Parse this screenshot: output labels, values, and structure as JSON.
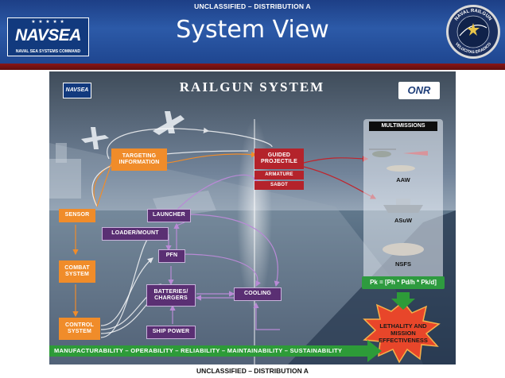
{
  "header": {
    "classification_top": "UNCLASSIFIED – DISTRIBUTION A",
    "title": "System View",
    "navsea_logo": {
      "word": "NAVSEA",
      "subtitle": "NAVAL SEA SYSTEMS COMMAND"
    },
    "seal": {
      "top_text": "NAVAL RAILGUN",
      "bottom_text": "VELOCITAS ERADICO"
    }
  },
  "diagram": {
    "title": "RAILGUN SYSTEM",
    "navsea_mini": "NAVSEA",
    "onr_logo": "ONR",
    "boxes": {
      "targeting": "TARGETING\nINFORMATION",
      "guided_projectile": "GUIDED\nPROJECTILE",
      "armature": "ARMATURE",
      "sabot": "SABOT",
      "sensor": "SENSOR",
      "launcher": "LAUNCHER",
      "loader_mount": "LOADER/MOUNT",
      "pfn": "PFN",
      "combat_system": "COMBAT\nSYSTEM",
      "batteries_chargers": "BATTERIES/\nCHARGERS",
      "cooling": "COOLING",
      "control_system": "CONTROL\nSYSTEM",
      "ship_power": "SHIP POWER"
    },
    "multimissions": {
      "title": "MULTIMISSIONS",
      "missions": [
        "AAW",
        "ASuW",
        "NSFS"
      ]
    },
    "formula": "Pk = [Ph * Pd/h * Pk/d]",
    "lethality": "LETHALITY AND\nMISSION\nEFFECTIVENESS",
    "green_bar": "MANUFACTURABILITY – OPERABILITY – RELIABILITY – MAINTAINABILITY – SUSTAINABILITY"
  },
  "footer": {
    "classification_bottom": "UNCLASSIFIED – DISTRIBUTION A"
  },
  "colors": {
    "header_blue": "#2c5aa8",
    "header_red": "#8a1616",
    "orange_box": "#f08c2a",
    "purple_box": "#5a2f73",
    "red_box": "#b4232b",
    "green_bar": "#2d9b38",
    "lethality_star": "#e8462a"
  }
}
